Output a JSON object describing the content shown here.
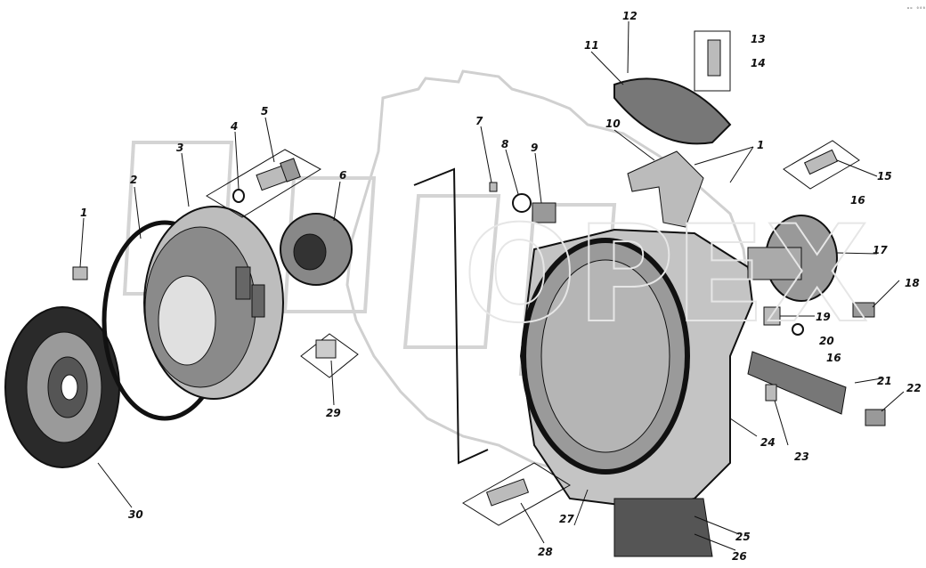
{
  "diagram": {
    "corner_mark": "ᵃᵒ ⁰⁰⁰",
    "watermark": "ОРЕХ",
    "part_numbers": [
      "1",
      "2",
      "3",
      "4",
      "5",
      "6",
      "1",
      "7",
      "8",
      "9",
      "10",
      "11",
      "12",
      "13",
      "14",
      "15",
      "16",
      "17",
      "18",
      "19",
      "20",
      "16",
      "21",
      "22",
      "23",
      "24",
      "25",
      "26",
      "27",
      "28",
      "29",
      "30"
    ]
  },
  "colors": {
    "ink": "#111111",
    "watermark": "#d4d4d4",
    "shade": "#8a8a8a",
    "dark": "#2a2a2a"
  }
}
